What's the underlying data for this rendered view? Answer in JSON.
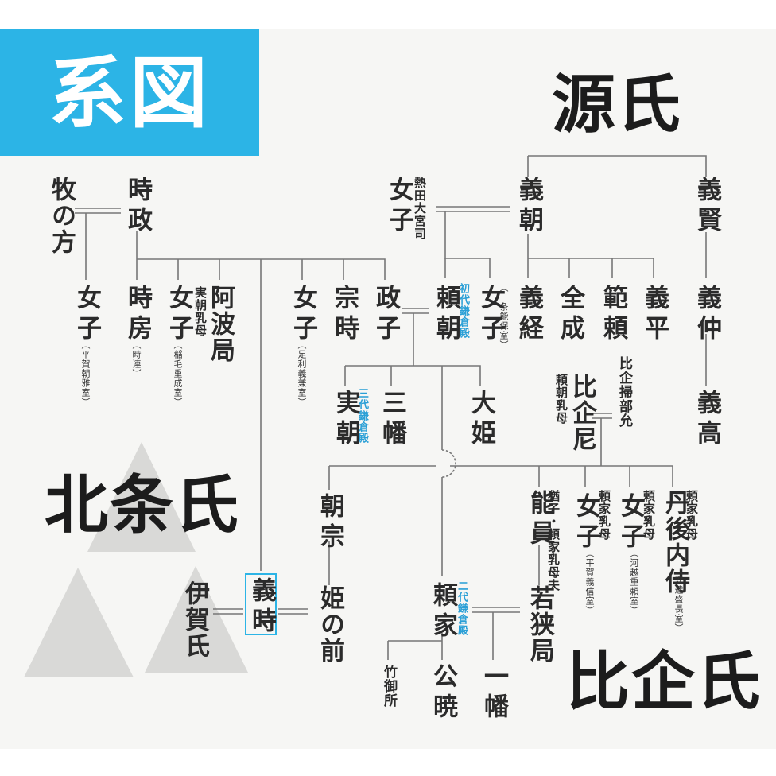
{
  "title": "系図",
  "clans": {
    "minamoto": "源氏",
    "hojo": "北条氏",
    "hiki": "比企氏"
  },
  "colors": {
    "accent": "#2cb4e6",
    "text": "#2b2b2b",
    "line": "#777777",
    "triangle": "#d9d9d7"
  },
  "people": {
    "maki": "牧の方",
    "tokimasa": "時政",
    "nyoshi_hiraga": "女子",
    "nyoshi_hiraga_note": "（平賀朝雅室）",
    "tokifusa": "時房",
    "tokifusa_note": "（時連）",
    "nyoshi_inage": "女子",
    "nyoshi_inage_note": "（稲毛重成室）",
    "awa": "阿波局",
    "awa_sub": "実朝乳母",
    "nyoshi_ashikaga": "女子",
    "nyoshi_ashikaga_note": "（足利義兼室）",
    "munetoki": "宗時",
    "masako": "政子",
    "atsuta_nyoshi": "女子",
    "atsuta_sub": "熱田大宮司",
    "yoshitomo": "義朝",
    "yoshikata": "義賢",
    "yoritomo": "頼朝",
    "yoritomo_title": "初代鎌倉殿",
    "nyoshi_ichijo": "女子",
    "nyoshi_ichijo_note": "（一条能保室）",
    "yoshitsune": "義経",
    "zenjo": "全成",
    "noriyori": "範頼",
    "gihei": "義平",
    "yoshinaka": "義仲",
    "yoshitaka": "義高",
    "sanetomo": "実朝",
    "sanetomo_title": "三代鎌倉殿",
    "sanman": "三幡",
    "ohime": "大姫",
    "hikinoama": "比企尼",
    "hikinoama_sub": "頼朝乳母",
    "kamon": "比企掃部允",
    "tomomune": "朝宗",
    "yoshikazu": "能員",
    "yoshikazu_sub": "猶子・頼家乳母夫",
    "nyoshi_hiraga2": "女子",
    "nyoshi_hiraga2_sub": "頼家乳母",
    "nyoshi_hiraga2_note": "（平賀義信室）",
    "nyoshi_kawagoe": "女子",
    "nyoshi_kawagoe_sub": "頼家乳母",
    "nyoshi_kawagoe_note": "（河越重頼室）",
    "tango": "丹後内侍",
    "tango_sub": "頼家乳母",
    "tango_note": "（安達盛長室）",
    "iga": "伊賀氏",
    "yoshitoki": "義時",
    "himenomae": "姫の前",
    "wakasa": "若狭局",
    "yoriie": "頼家",
    "yoriie_title": "二代鎌倉殿",
    "takemigosho": "竹御所",
    "kugyo": "公暁",
    "ichiman": "一幡"
  }
}
